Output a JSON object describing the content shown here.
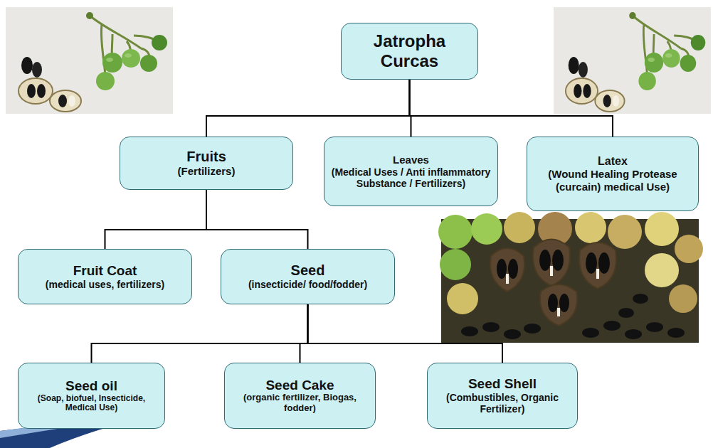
{
  "diagram": {
    "nodes": [
      {
        "text": [
          "Jatropha Curcas"
        ]
      },
      {
        "text": [
          "Fruits",
          "(Fertilizers)"
        ]
      },
      {
        "text": [
          "Leaves",
          "(Medical Uses / Anti inflammatory Substance / Fertilizers)"
        ]
      },
      {
        "text": [
          "Latex",
          "(Wound Healing Protease (curcain) medical Use)"
        ]
      },
      {
        "text": [
          "Fruit Coat",
          "(medical uses, fertilizers)"
        ]
      },
      {
        "text": [
          "Seed",
          "(insecticide/ food/fodder)"
        ]
      },
      {
        "text": [
          "Seed oil",
          "(Soap, biofuel, Insecticide, Medical Use)"
        ]
      },
      {
        "text": [
          "Seed Cake",
          "(organic fertilizer, Biogas, fodder)"
        ]
      },
      {
        "text": [
          "Seed Shell",
          "(Combustibles, Organic Fertilizer)"
        ]
      }
    ],
    "edges": [
      {
        "from": 0,
        "to": 1,
        "arrow": "none"
      },
      {
        "from": 0,
        "to": 2,
        "arrow": "none"
      },
      {
        "from": 0,
        "to": 3,
        "arrow": "none"
      },
      {
        "from": 1,
        "to": 4,
        "arrow": "none"
      },
      {
        "from": 1,
        "to": 5,
        "arrow": "none"
      },
      {
        "from": 5,
        "to": 6,
        "arrow": "none"
      },
      {
        "from": 5,
        "to": 7,
        "arrow": "none"
      },
      {
        "from": 5,
        "to": 8,
        "arrow": "none"
      }
    ]
  }
}
